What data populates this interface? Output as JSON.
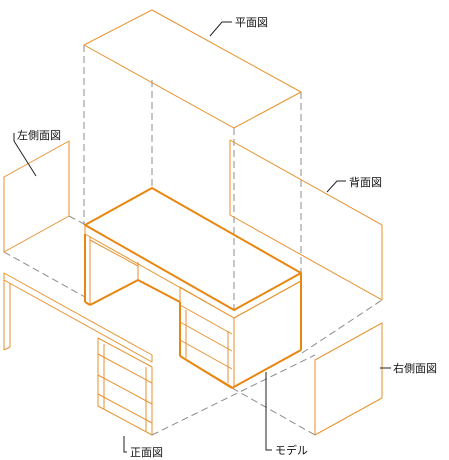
{
  "labels": {
    "plan": "平面図",
    "left_side": "左側面図",
    "back": "背面図",
    "front": "正面図",
    "model": "モデル",
    "right_side": "右側面図"
  },
  "colors": {
    "outline": "#e8922e",
    "model_outline": "#e8860f",
    "projection_lines": "#8c8c8c",
    "leaders": "#222222"
  }
}
